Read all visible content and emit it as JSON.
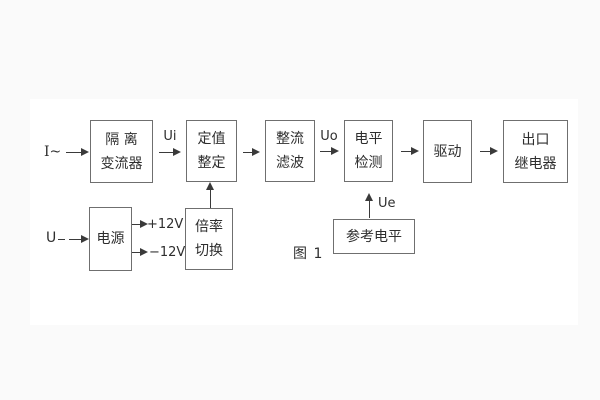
{
  "figure_caption": "图 1",
  "inputs": {
    "current_label": "I~",
    "voltage_label": "U"
  },
  "signals": {
    "ui": "Ui",
    "uo": "Uo",
    "ue": "Ue",
    "plus_rail": "+12V",
    "minus_rail": "−12V"
  },
  "blocks": {
    "isolation_transformer": {
      "line1": "隔 离",
      "line2": "变流器"
    },
    "setpoint_setting": {
      "line1": "定值",
      "line2": "整定"
    },
    "rectifier_filter": {
      "line1": "整流",
      "line2": "滤波"
    },
    "level_detection": {
      "line1": "电平",
      "line2": "检测"
    },
    "driver": {
      "label": "驱动"
    },
    "output_relay": {
      "line1": "出口",
      "line2": "继电器"
    },
    "power_supply": {
      "label": "电源"
    },
    "ratio_switch": {
      "line1": "倍率",
      "line2": "切换"
    },
    "reference_level": {
      "label": "参考电平"
    }
  },
  "colors": {
    "line": "#3a3a3a",
    "box_border": "#6f6f6f",
    "text": "#2e2e2e",
    "background": "#fafafa",
    "panel": "#ffffff"
  }
}
